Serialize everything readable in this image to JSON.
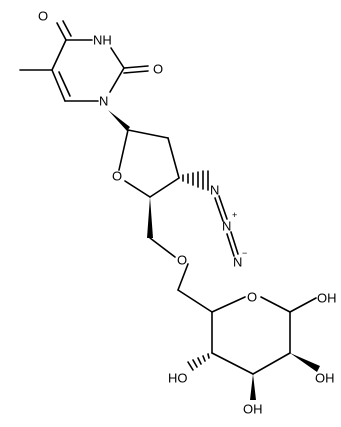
{
  "molecule": {
    "labels": {
      "o_pyr_top": "O",
      "nh": "NH",
      "o_pyr_right": "O",
      "n_pyr": "N",
      "o_ring": "O",
      "n_azide_1": "N",
      "n_azide_2": "N",
      "n_azide_2_charge": "+",
      "n_azide_3": "N",
      "n_azide_3_charge": "−",
      "o_ether": "O",
      "o_sugar_ring": "O",
      "oh_anomeric": "OH",
      "oh_c2": "OH",
      "oh_c3": "OH",
      "oh_c4": "HO"
    },
    "colors": {
      "bond": "#000000",
      "text": "#000000",
      "background": "#ffffff"
    }
  }
}
